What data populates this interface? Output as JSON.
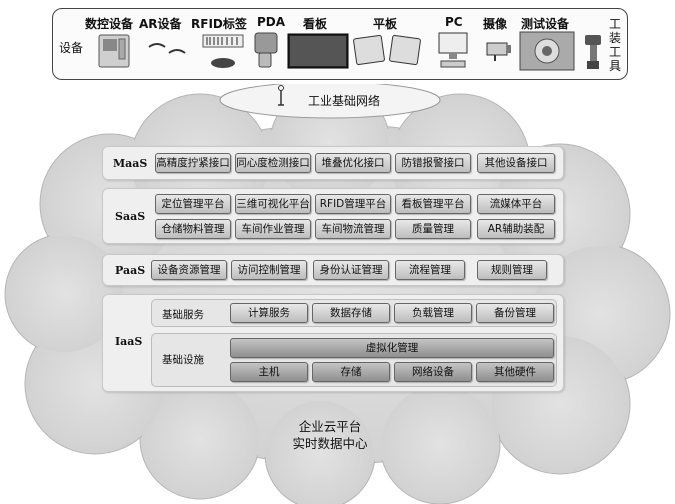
{
  "devices": {
    "title": "设备",
    "items": [
      {
        "label": "数控设备",
        "icon": "cnc-machine-icon"
      },
      {
        "label": "AR设备",
        "icon": "ar-glasses-icon"
      },
      {
        "label": "RFID标签",
        "icon": "rfid-tag-icon"
      },
      {
        "label": "PDA",
        "icon": "pda-icon"
      },
      {
        "label": "看板",
        "icon": "display-board-icon"
      },
      {
        "label": "平板",
        "icon": "tablet-icon"
      },
      {
        "label": "PC",
        "icon": "pc-icon"
      },
      {
        "label": "摄像",
        "icon": "camera-icon"
      },
      {
        "label": "测试设备",
        "icon": "test-equipment-icon"
      },
      {
        "label": "工装工具",
        "icon": "power-tool-icon"
      }
    ]
  },
  "network": {
    "label": "工业基础网络",
    "icon": "antenna-icon"
  },
  "maas": {
    "name": "MaaS",
    "items": [
      "高精度拧紧接口",
      "同心度检测接口",
      "堆叠优化接口",
      "防错报警接口",
      "其他设备接口"
    ]
  },
  "saas": {
    "name": "SaaS",
    "row1": [
      "定位管理平台",
      "三维可视化平台",
      "RFID管理平台",
      "看板管理平台",
      "流媒体平台"
    ],
    "row2": [
      "仓储物料管理",
      "车间作业管理",
      "车间物流管理",
      "质量管理",
      "AR辅助装配"
    ]
  },
  "paas": {
    "name": "PaaS",
    "items": [
      "设备资源管理",
      "访问控制管理",
      "身份认证管理",
      "流程管理",
      "规则管理"
    ]
  },
  "iaas": {
    "name": "IaaS",
    "basic_services": {
      "label": "基础服务",
      "items": [
        "计算服务",
        "数据存储",
        "负载管理",
        "备份管理"
      ]
    },
    "infrastructure": {
      "label": "基础设施",
      "virtualization": "虚拟化管理",
      "items": [
        "主机",
        "存储",
        "网络设备",
        "其他硬件"
      ]
    }
  },
  "footer": {
    "line1": "企业云平台",
    "line2": "实时数据中心"
  }
}
